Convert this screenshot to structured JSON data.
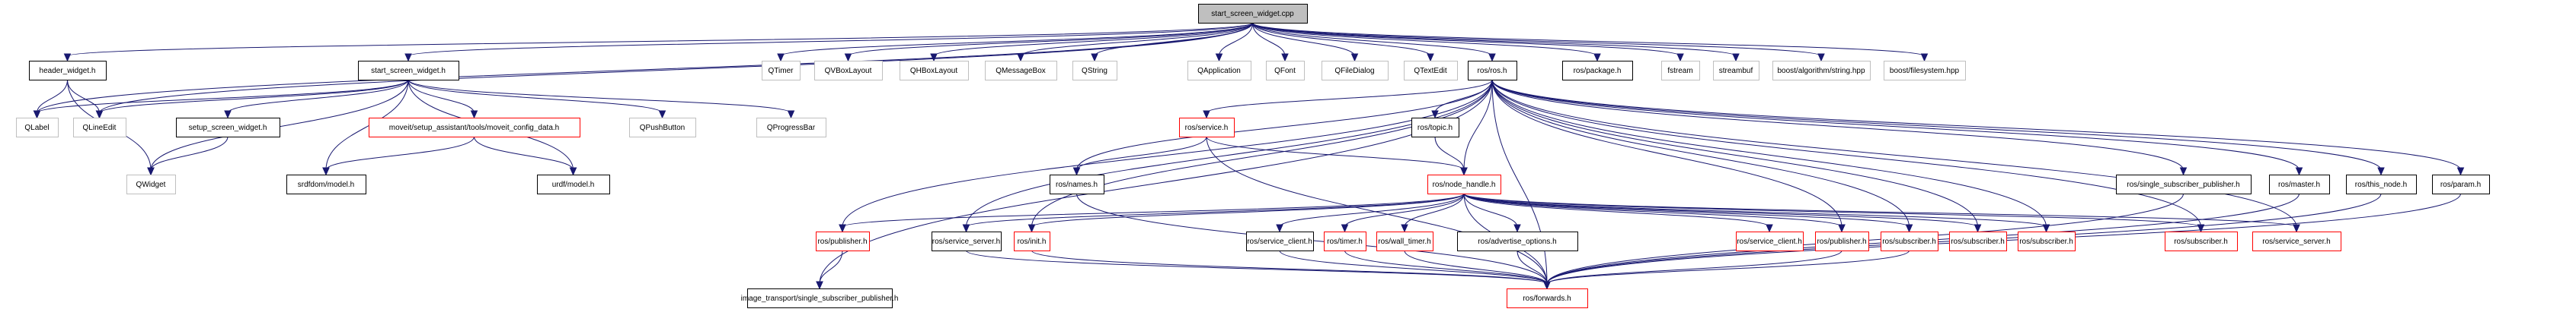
{
  "title": "start_screen_widget.cpp include dependency graph",
  "colors": {
    "edge": "#191970",
    "root_fill": "#bfbfbf",
    "root_border": "#000000",
    "documented_border": "#000000",
    "external_border": "#bfbfbf",
    "incomplete_border": "#ff0000",
    "background": "#ffffff"
  },
  "nodes": [
    {
      "id": "root",
      "label": "start_screen_widget.cpp",
      "kind": "root"
    },
    {
      "id": "header_widget",
      "label": "header_widget.h",
      "kind": "documented"
    },
    {
      "id": "start_screen_widget_h",
      "label": "start_screen_widget.h",
      "kind": "documented"
    },
    {
      "id": "QTimer",
      "label": "QTimer",
      "kind": "external"
    },
    {
      "id": "QVBoxLayout",
      "label": "QVBoxLayout",
      "kind": "external"
    },
    {
      "id": "QHBoxLayout",
      "label": "QHBoxLayout",
      "kind": "external"
    },
    {
      "id": "QMessageBox",
      "label": "QMessageBox",
      "kind": "external"
    },
    {
      "id": "QString",
      "label": "QString",
      "kind": "external"
    },
    {
      "id": "QApplication",
      "label": "QApplication",
      "kind": "external"
    },
    {
      "id": "QFont",
      "label": "QFont",
      "kind": "external"
    },
    {
      "id": "QFileDialog",
      "label": "QFileDialog",
      "kind": "external"
    },
    {
      "id": "QTextEdit",
      "label": "QTextEdit",
      "kind": "external"
    },
    {
      "id": "ros_ros",
      "label": "ros/ros.h",
      "kind": "documented"
    },
    {
      "id": "ros_package",
      "label": "ros/package.h",
      "kind": "documented"
    },
    {
      "id": "fstream",
      "label": "fstream",
      "kind": "external"
    },
    {
      "id": "streambuf",
      "label": "streambuf",
      "kind": "external"
    },
    {
      "id": "boost_string",
      "label": "boost/algorithm/string.hpp",
      "kind": "external"
    },
    {
      "id": "boost_fs",
      "label": "boost/filesystem.hpp",
      "kind": "external"
    },
    {
      "id": "QLabel",
      "label": "QLabel",
      "kind": "external"
    },
    {
      "id": "QLineEdit",
      "label": "QLineEdit",
      "kind": "external"
    },
    {
      "id": "setup_screen_widget",
      "label": "setup_screen_widget.h",
      "kind": "documented"
    },
    {
      "id": "moveit_config",
      "label": "moveit/setup_assistant/tools/moveit_config_data.h",
      "kind": "incomplete"
    },
    {
      "id": "QPushButton",
      "label": "QPushButton",
      "kind": "external"
    },
    {
      "id": "QProgressBar",
      "label": "QProgressBar",
      "kind": "external"
    },
    {
      "id": "QWidget",
      "label": "QWidget",
      "kind": "external"
    },
    {
      "id": "srdfdom",
      "label": "srdfdom/model.h",
      "kind": "documented"
    },
    {
      "id": "urdf",
      "label": "urdf/model.h",
      "kind": "documented"
    },
    {
      "id": "ros_service",
      "label": "ros/service.h",
      "kind": "incomplete"
    },
    {
      "id": "ros_topic",
      "label": "ros/topic.h",
      "kind": "documented"
    },
    {
      "id": "ros_names",
      "label": "ros/names.h",
      "kind": "documented"
    },
    {
      "id": "ros_node_handle",
      "label": "ros/node_handle.h",
      "kind": "incomplete"
    },
    {
      "id": "ros_ssp",
      "label": "ros/single_subscriber_publisher.h",
      "kind": "documented"
    },
    {
      "id": "ros_master",
      "label": "ros/master.h",
      "kind": "documented"
    },
    {
      "id": "ros_this_node",
      "label": "ros/this_node.h",
      "kind": "documented"
    },
    {
      "id": "ros_param",
      "label": "ros/param.h",
      "kind": "documented"
    },
    {
      "id": "ros_publisher_a",
      "label": "ros/publisher.h",
      "kind": "incomplete"
    },
    {
      "id": "ros_service_server_a",
      "label": "ros/service_server.h",
      "kind": "documented"
    },
    {
      "id": "ros_init",
      "label": "ros/init.h",
      "kind": "incomplete"
    },
    {
      "id": "ros_service_client_a",
      "label": "ros/service_client.h",
      "kind": "documented"
    },
    {
      "id": "ros_timer",
      "label": "ros/timer.h",
      "kind": "incomplete"
    },
    {
      "id": "ros_wall_timer",
      "label": "ros/wall_timer.h",
      "kind": "incomplete"
    },
    {
      "id": "ros_adv_opts",
      "label": "ros/advertise_options.h",
      "kind": "documented"
    },
    {
      "id": "ros_service_client_b",
      "label": "ros/service_client.h",
      "kind": "incomplete"
    },
    {
      "id": "ros_publisher_b",
      "label": "ros/publisher.h",
      "kind": "incomplete"
    },
    {
      "id": "ros_subscriber_a",
      "label": "ros/subscriber.h",
      "kind": "incomplete"
    },
    {
      "id": "ros_subscriber_b",
      "label": "ros/subscriber.h",
      "kind": "incomplete"
    },
    {
      "id": "ros_subscriber_c",
      "label": "ros/subscriber.h",
      "kind": "incomplete"
    },
    {
      "id": "ros_subscriber_d",
      "label": "ros/subscriber.h",
      "kind": "incomplete"
    },
    {
      "id": "ros_service_server_b",
      "label": "ros/service_server.h",
      "kind": "incomplete"
    },
    {
      "id": "image_transport_ssp",
      "label": "image_transport/single_subscriber_publisher.h",
      "kind": "documented"
    },
    {
      "id": "ros_forwards",
      "label": "ros/forwards.h",
      "kind": "incomplete"
    }
  ],
  "edges": [
    [
      "root",
      "header_widget"
    ],
    [
      "root",
      "start_screen_widget_h"
    ],
    [
      "root",
      "QLabel"
    ],
    [
      "root",
      "QLineEdit"
    ],
    [
      "root",
      "QTimer"
    ],
    [
      "root",
      "QVBoxLayout"
    ],
    [
      "root",
      "QHBoxLayout"
    ],
    [
      "root",
      "QMessageBox"
    ],
    [
      "root",
      "QString"
    ],
    [
      "root",
      "QApplication"
    ],
    [
      "root",
      "QFont"
    ],
    [
      "root",
      "QFileDialog"
    ],
    [
      "root",
      "QTextEdit"
    ],
    [
      "root",
      "ros_ros"
    ],
    [
      "root",
      "ros_package"
    ],
    [
      "root",
      "fstream"
    ],
    [
      "root",
      "streambuf"
    ],
    [
      "root",
      "boost_string"
    ],
    [
      "root",
      "boost_fs"
    ],
    [
      "header_widget",
      "QLabel"
    ],
    [
      "header_widget",
      "QLineEdit"
    ],
    [
      "header_widget",
      "QWidget"
    ],
    [
      "start_screen_widget_h",
      "QLabel"
    ],
    [
      "start_screen_widget_h",
      "QLineEdit"
    ],
    [
      "start_screen_widget_h",
      "QWidget"
    ],
    [
      "start_screen_widget_h",
      "setup_screen_widget"
    ],
    [
      "start_screen_widget_h",
      "moveit_config"
    ],
    [
      "start_screen_widget_h",
      "srdfdom"
    ],
    [
      "start_screen_widget_h",
      "urdf"
    ],
    [
      "start_screen_widget_h",
      "QPushButton"
    ],
    [
      "start_screen_widget_h",
      "QProgressBar"
    ],
    [
      "setup_screen_widget",
      "QWidget"
    ],
    [
      "moveit_config",
      "srdfdom"
    ],
    [
      "moveit_config",
      "urdf"
    ],
    [
      "ros_ros",
      "ros_service"
    ],
    [
      "ros_ros",
      "ros_topic"
    ],
    [
      "ros_ros",
      "ros_names"
    ],
    [
      "ros_ros",
      "ros_node_handle"
    ],
    [
      "ros_ros",
      "ros_ssp"
    ],
    [
      "ros_ros",
      "ros_master"
    ],
    [
      "ros_ros",
      "ros_this_node"
    ],
    [
      "ros_ros",
      "ros_param"
    ],
    [
      "ros_ros",
      "ros_publisher_a"
    ],
    [
      "ros_ros",
      "ros_service_server_a"
    ],
    [
      "ros_ros",
      "ros_init"
    ],
    [
      "ros_ros",
      "image_transport_ssp"
    ],
    [
      "ros_ros",
      "ros_publisher_b"
    ],
    [
      "ros_ros",
      "ros_subscriber_a"
    ],
    [
      "ros_ros",
      "ros_subscriber_b"
    ],
    [
      "ros_ros",
      "ros_subscriber_c"
    ],
    [
      "ros_ros",
      "ros_subscriber_d"
    ],
    [
      "ros_ros",
      "ros_service_server_b"
    ],
    [
      "ros_ros",
      "ros_forwards"
    ],
    [
      "ros_service",
      "ros_names"
    ],
    [
      "ros_service",
      "ros_node_handle"
    ],
    [
      "ros_service",
      "ros_forwards"
    ],
    [
      "ros_topic",
      "ros_node_handle"
    ],
    [
      "ros_names",
      "ros_forwards"
    ],
    [
      "ros_node_handle",
      "ros_publisher_a"
    ],
    [
      "ros_node_handle",
      "ros_service_server_a"
    ],
    [
      "ros_node_handle",
      "ros_init"
    ],
    [
      "ros_node_handle",
      "ros_service_client_a"
    ],
    [
      "ros_node_handle",
      "ros_timer"
    ],
    [
      "ros_node_handle",
      "ros_wall_timer"
    ],
    [
      "ros_node_handle",
      "ros_adv_opts"
    ],
    [
      "ros_node_handle",
      "ros_service_client_b"
    ],
    [
      "ros_node_handle",
      "ros_publisher_b"
    ],
    [
      "ros_node_handle",
      "ros_subscriber_a"
    ],
    [
      "ros_node_handle",
      "ros_subscriber_b"
    ],
    [
      "ros_node_handle",
      "ros_subscriber_c"
    ],
    [
      "ros_node_handle",
      "ros_subscriber_d"
    ],
    [
      "ros_node_handle",
      "ros_service_server_b"
    ],
    [
      "ros_node_handle",
      "ros_forwards"
    ],
    [
      "ros_publisher_a",
      "image_transport_ssp"
    ],
    [
      "ros_service_server_a",
      "ros_forwards"
    ],
    [
      "ros_init",
      "ros_forwards"
    ],
    [
      "ros_service_client_a",
      "ros_forwards"
    ],
    [
      "ros_timer",
      "ros_forwards"
    ],
    [
      "ros_wall_timer",
      "ros_forwards"
    ],
    [
      "ros_adv_opts",
      "ros_forwards"
    ],
    [
      "ros_publisher_b",
      "ros_forwards"
    ],
    [
      "ros_subscriber_a",
      "ros_forwards"
    ],
    [
      "ros_ssp",
      "ros_forwards"
    ],
    [
      "ros_master",
      "ros_forwards"
    ],
    [
      "ros_this_node",
      "ros_forwards"
    ],
    [
      "ros_param",
      "ros_forwards"
    ]
  ]
}
